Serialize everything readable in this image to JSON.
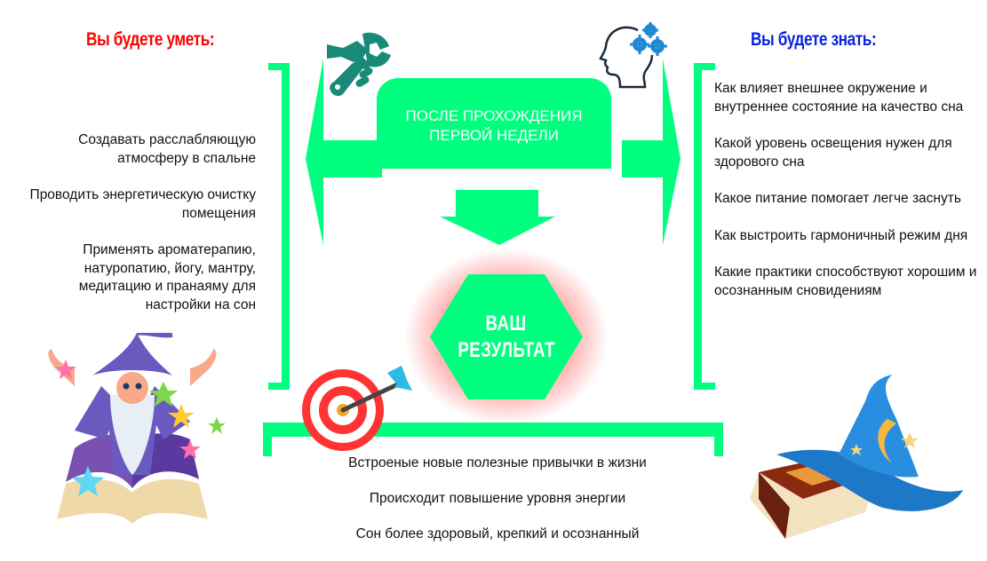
{
  "left_panel": {
    "heading": "Вы будете уметь:",
    "items": [
      "Создавать расслабляющую атмосферу в спальне",
      "Проводить энергетическую очистку помещения",
      "Применять ароматерапию, натуропатию, йогу, мантру, медитацию и пранаяму для настройки на сон"
    ]
  },
  "right_panel": {
    "heading": "Вы будете знать:",
    "items": [
      "Как влияет внешнее окружение и внутреннее состояние на качество сна",
      "Какой уровень освещения нужен для здорового сна",
      "Какое питание помогает легче заснуть",
      "Как выстроить гармоничный режим дня",
      "Какие практики способствуют хорошим и осознанным сновидениям"
    ]
  },
  "center": {
    "top_box_line1": "ПОСЛЕ ПРОХОЖДЕНИЯ",
    "top_box_line2": "ПЕРВОЙ НЕДЕЛИ",
    "result_line1": "ВАШ",
    "result_line2": "РЕЗУЛЬТАТ"
  },
  "bottom_panel": {
    "items": [
      "Встроеные новые полезные привычки в жизни",
      "Происходит повышение уровня энергии",
      "Сон более здоровый, крепкий и осознанный"
    ]
  },
  "icons": [
    "wrench-hand-icon",
    "head-gears-icon",
    "target-arrow-icon",
    "wizard-book-illustration",
    "wizard-hat-book-illustration"
  ],
  "colors": {
    "accent_green": "#00ff7f",
    "heading_left": "#ff0000",
    "heading_right": "#0a22e0",
    "glow": "#ff4040",
    "icon_teal": "#1a8a78",
    "gear_blue": "#1e88d0"
  }
}
